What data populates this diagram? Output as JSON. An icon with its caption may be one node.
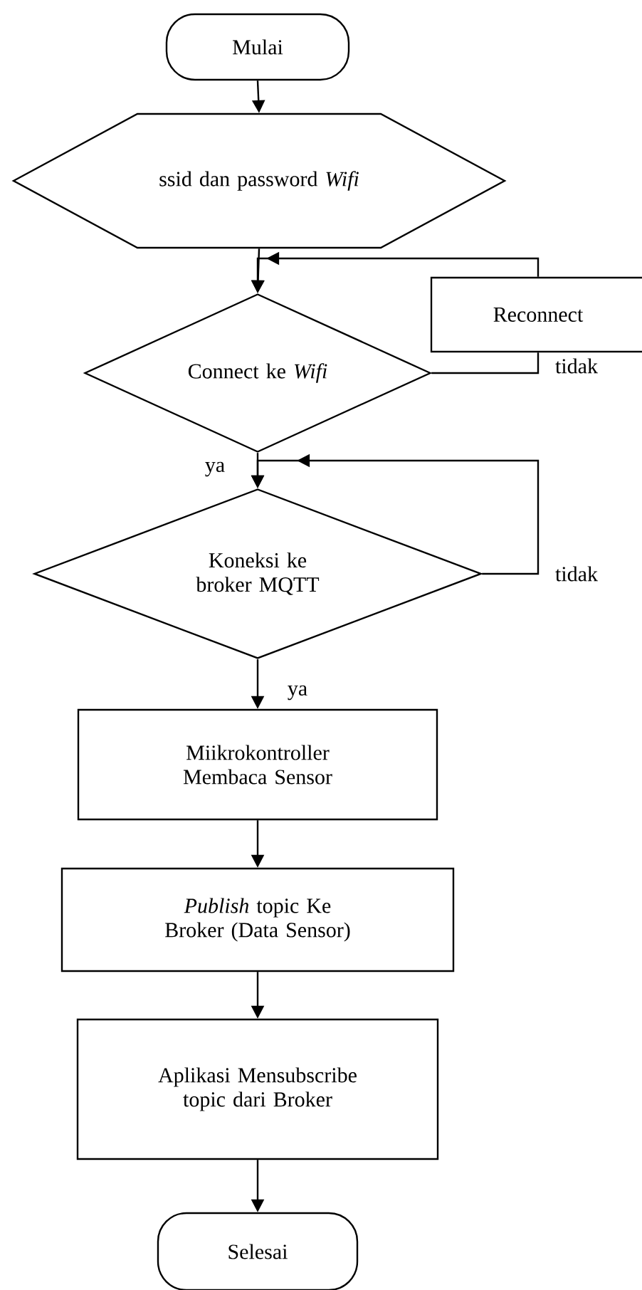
{
  "diagram": {
    "nodes": [
      {
        "text": [
          "Mulai"
        ]
      },
      {
        "text": [
          "ssid dan password *Wifi*"
        ]
      },
      {
        "text": [
          "Reconnect"
        ]
      },
      {
        "text": [
          "Connect ke *Wifi*"
        ]
      },
      {
        "text": [
          "Koneksi ke broker MQTT"
        ]
      },
      {
        "text": [
          "Miikrokontroller Membaca Sensor"
        ]
      },
      {
        "text": [
          "*Publish* topic  Ke Broker (Data Sensor)"
        ]
      },
      {
        "text": [
          "Aplikasi Mensubscribe topic dari Broker"
        ]
      },
      {
        "text": [
          "Selesai"
        ]
      }
    ],
    "edges": [
      {
        "from": 0,
        "to": 1,
        "arrow": "to"
      },
      {
        "from": 1,
        "to": 3,
        "arrow": "to"
      },
      {
        "from": 3,
        "to": 2,
        "arrow": "none",
        "label": "tidak"
      },
      {
        "from": 2,
        "to": 3,
        "arrow": "to"
      },
      {
        "from": 3,
        "to": 4,
        "arrow": "to",
        "label": "ya"
      },
      {
        "from": 4,
        "to": 4,
        "arrow": "to",
        "label": "tidak"
      },
      {
        "from": 4,
        "to": 5,
        "arrow": "to",
        "label": "ya"
      },
      {
        "from": 5,
        "to": 6,
        "arrow": "to"
      },
      {
        "from": 6,
        "to": 7,
        "arrow": "to"
      },
      {
        "from": 7,
        "to": 8,
        "arrow": "to"
      }
    ]
  }
}
